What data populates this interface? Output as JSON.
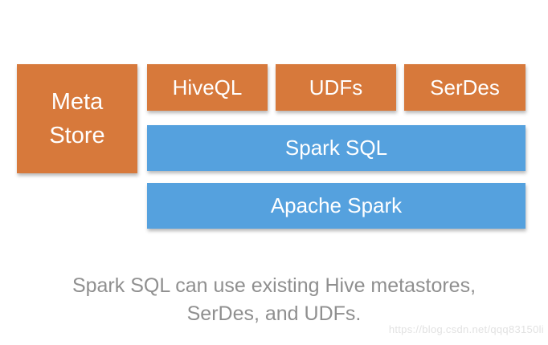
{
  "diagram": {
    "title_hint": "Spark SQL and Hive interoperability diagram",
    "colors": {
      "box_orange": "#D7793B",
      "bar_blue": "#55A1DE",
      "box_text": "#FFFFFF",
      "caption_gray": "#8F8F8F",
      "watermark_gray": "#E2E2E2",
      "background": "#FFFFFF"
    },
    "boxes": {
      "meta_store": {
        "label": "Meta Store",
        "lines": [
          "Meta",
          "Store"
        ]
      },
      "hiveql": {
        "label": "HiveQL"
      },
      "udfs": {
        "label": "UDFs"
      },
      "serdes": {
        "label": "SerDes"
      },
      "spark_sql": {
        "label": "Spark SQL"
      },
      "apache_spark": {
        "label": "Apache Spark"
      }
    },
    "caption": {
      "lines": [
        "Spark SQL can use existing Hive metastores,",
        "SerDes, and UDFs."
      ]
    },
    "watermark": "https://blog.csdn.net/qqq83150li"
  }
}
